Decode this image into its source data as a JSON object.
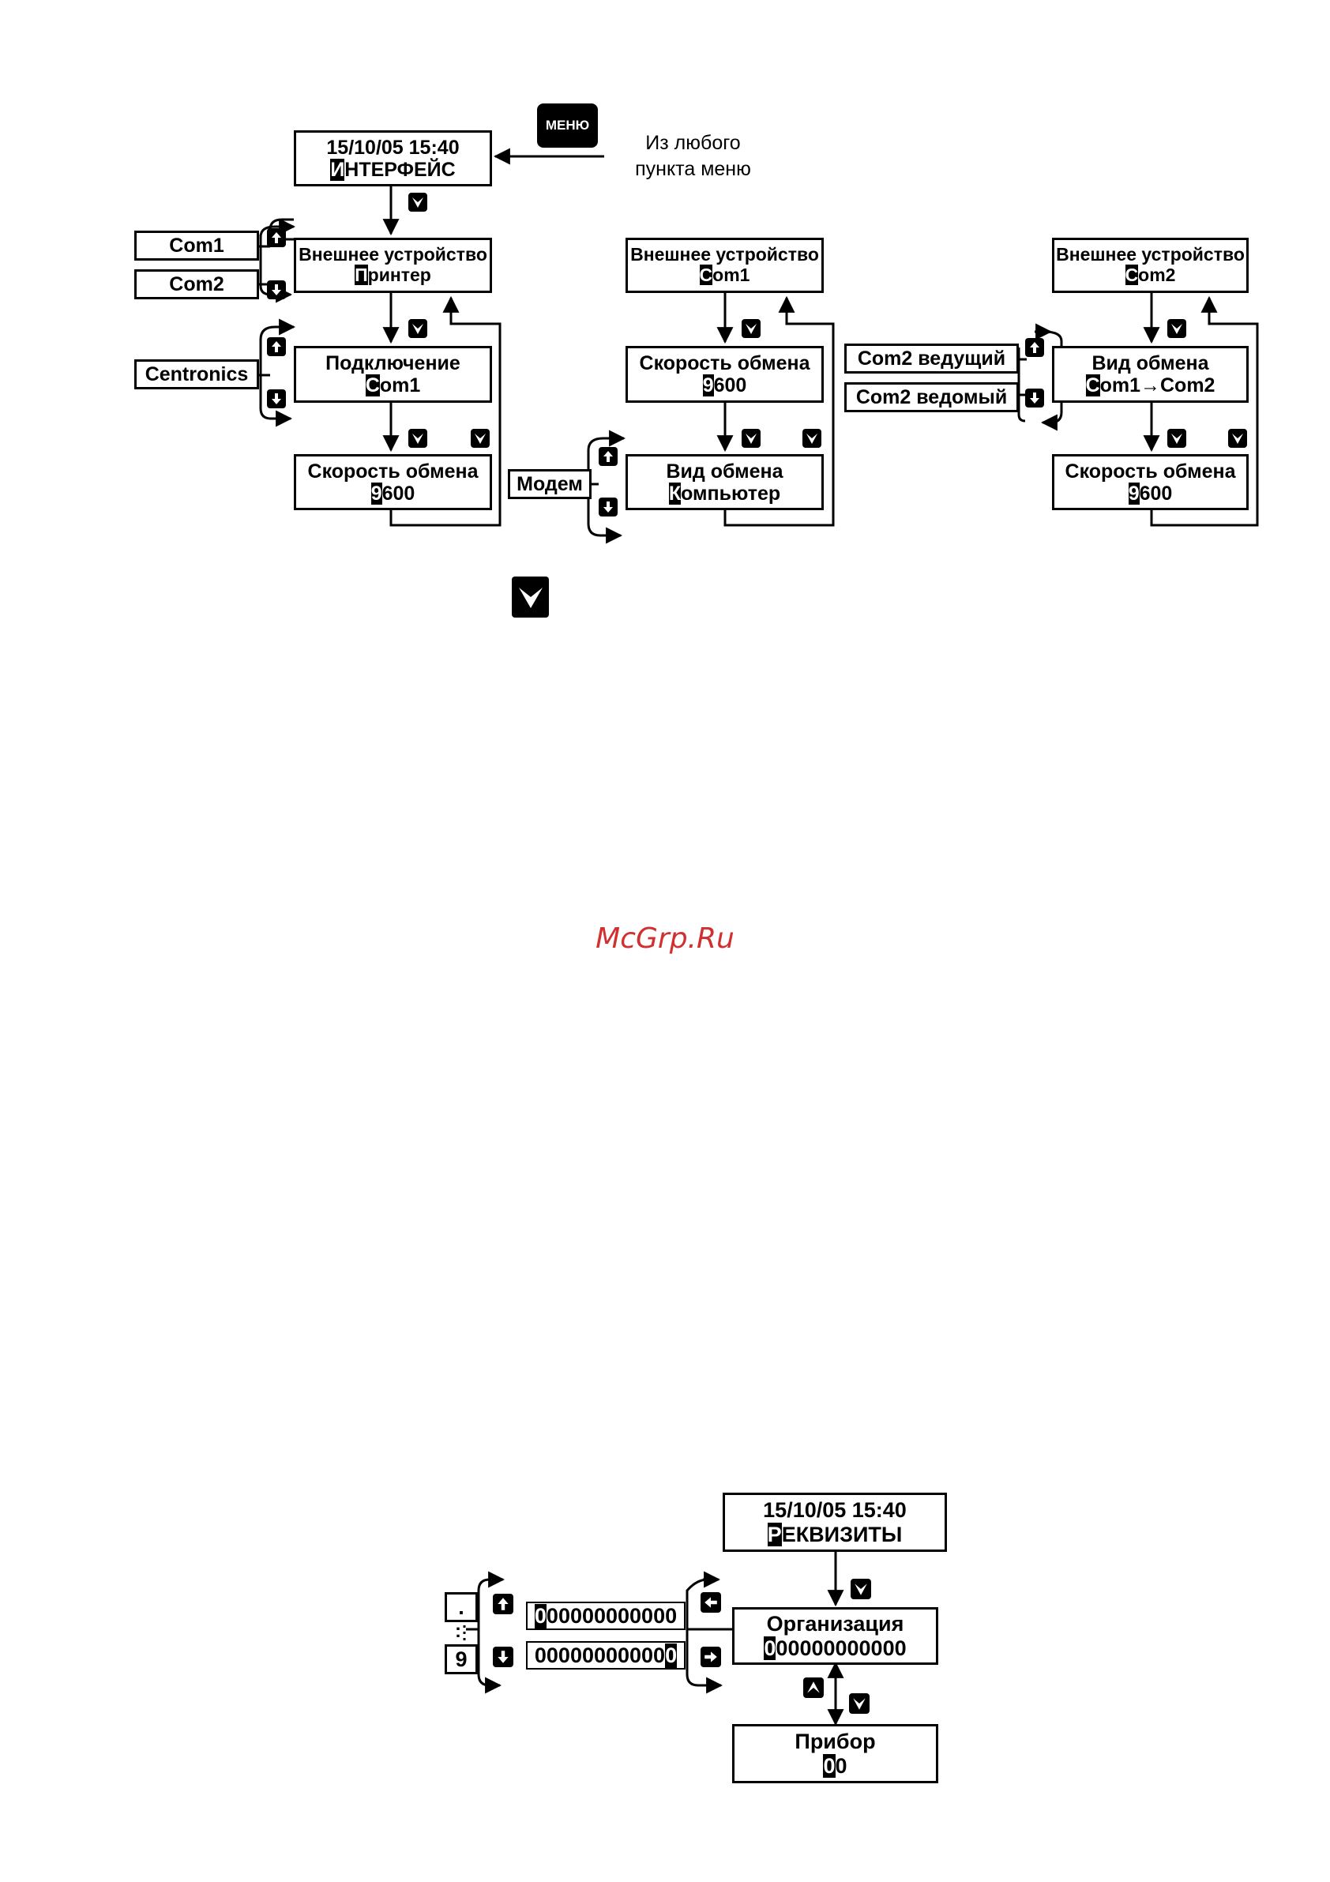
{
  "menu_key": "МЕНЮ",
  "menu_note": [
    "Из любого",
    "пункта меню"
  ],
  "interface": {
    "main": {
      "line1": "15/10/05  15:40",
      "hl": "И",
      "rest": "НТЕРФЕЙС"
    },
    "printer_dev": {
      "line1": "Внешнее устройство",
      "hl": "П",
      "rest": "ринтер"
    },
    "conn": {
      "line1": "Подключение",
      "hl": "C",
      "rest": "om1"
    },
    "speed_p": {
      "line1": "Скорость обмена",
      "hl": "9",
      "rest": "600"
    },
    "com1_dev": {
      "line1": "Внешнее устройство",
      "hl": "C",
      "rest": "om1"
    },
    "speed_c1": {
      "line1": "Скорость обмена",
      "hl": "9",
      "rest": "600"
    },
    "type_c1": {
      "line1": "Вид обмена",
      "hl": "К",
      "rest": "омпьютер"
    },
    "com2_dev": {
      "line1": "Внешнее устройство",
      "hl": "C",
      "rest": "om2"
    },
    "type_c2": {
      "line1": "Вид обмена",
      "hl": "C",
      "rest": "om1→Com2"
    },
    "speed_c2": {
      "line1": "Скорость обмена",
      "hl": "9",
      "rest": "600"
    }
  },
  "options": {
    "com1": "Com1",
    "com2": "Com2",
    "centronics": "Centronics",
    "modem": "Модем",
    "com2_master": "Com2 ведущий",
    "com2_slave": "Com2 ведомый"
  },
  "watermark": "McGrp.Ru",
  "requisites": {
    "main": {
      "line1": "15/10/05  15:40",
      "hl": "Р",
      "rest": "ЕКВИЗИТЫ"
    },
    "org": {
      "line1": "Организация",
      "hl": "0",
      "rest": "00000000000"
    },
    "device": {
      "line1": "Прибор",
      "hl": "0",
      "rest": "0"
    },
    "edit_top": {
      "hl": "0",
      "rest": "00000000000"
    },
    "edit_bottom": {
      "pre": "00000000000",
      "hl": "0"
    },
    "digit_top": ".",
    "digit_dots": ":",
    "digit_bottom": "9"
  }
}
